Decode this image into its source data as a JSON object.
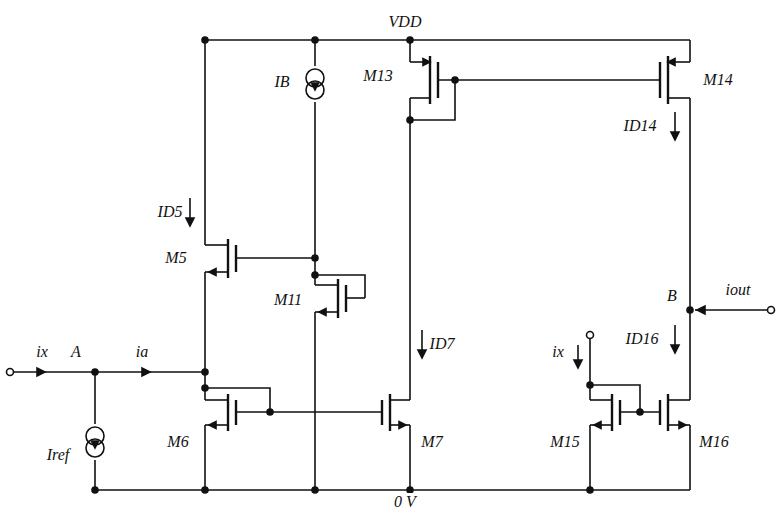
{
  "diagram": {
    "labels": [
      "VDD",
      "IB",
      "M13",
      "M14",
      "ID14",
      "ID5",
      "iout",
      "B",
      "M5",
      "M11",
      "ID7",
      "ID16",
      "ix",
      "A",
      "ia",
      "ix",
      "M6",
      "M7",
      "M15",
      "M16",
      "Iref",
      "0 V"
    ]
  }
}
